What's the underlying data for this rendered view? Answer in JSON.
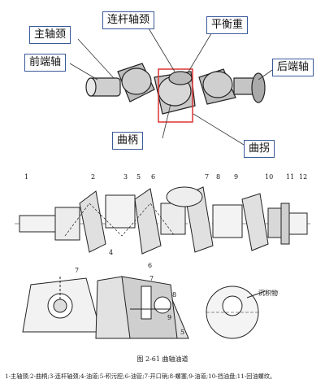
{
  "labels": {
    "main_journal": "主轴颈",
    "conrod_journal": "连杆轴颈",
    "counterweight": "平衡重",
    "front_shaft": "前端轴",
    "rear_shaft": "后端轴",
    "crank_arm": "曲柄",
    "crank_throw": "曲拐"
  },
  "part_numbers": [
    "1",
    "2",
    "3",
    "5",
    "6",
    "7",
    "8",
    "9",
    "10",
    "11",
    "12",
    "4",
    "7",
    "6",
    "7",
    "8",
    "9",
    "5"
  ],
  "deposit_label": "沉积物",
  "figure_caption": "图 2-61   曲轴油道",
  "legend": "1-主轴颈;2-曲柄;3-连杆轴颈;4-油道;5-积污腔;6-油管;7-开口销;8-螺塞;9-油道;10-挡油盘;11-回油螺纹。"
}
